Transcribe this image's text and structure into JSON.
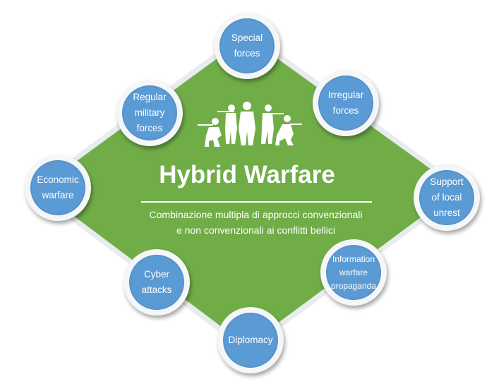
{
  "title": "Hybrid Warfare",
  "subtitle": "Combinazione multipla di approcci convenzionali\ne non convenzionali ai conflitti bellici",
  "colors": {
    "diamond": "#70ad47",
    "node": "#5b9bd5"
  },
  "icon": "soldiers-silhouette-icon",
  "nodes": {
    "special": "Special\nforces",
    "regular": "Regular\nmilitary\nforces",
    "irregular": "Irregular\nforces",
    "economic": "Economic\nwarfare",
    "support": "Support\nof local\nunrest",
    "cyber": "Cyber\nattacks",
    "information": "Information\nwarfare\npropaganda",
    "diplomacy": "Diplomacy"
  }
}
